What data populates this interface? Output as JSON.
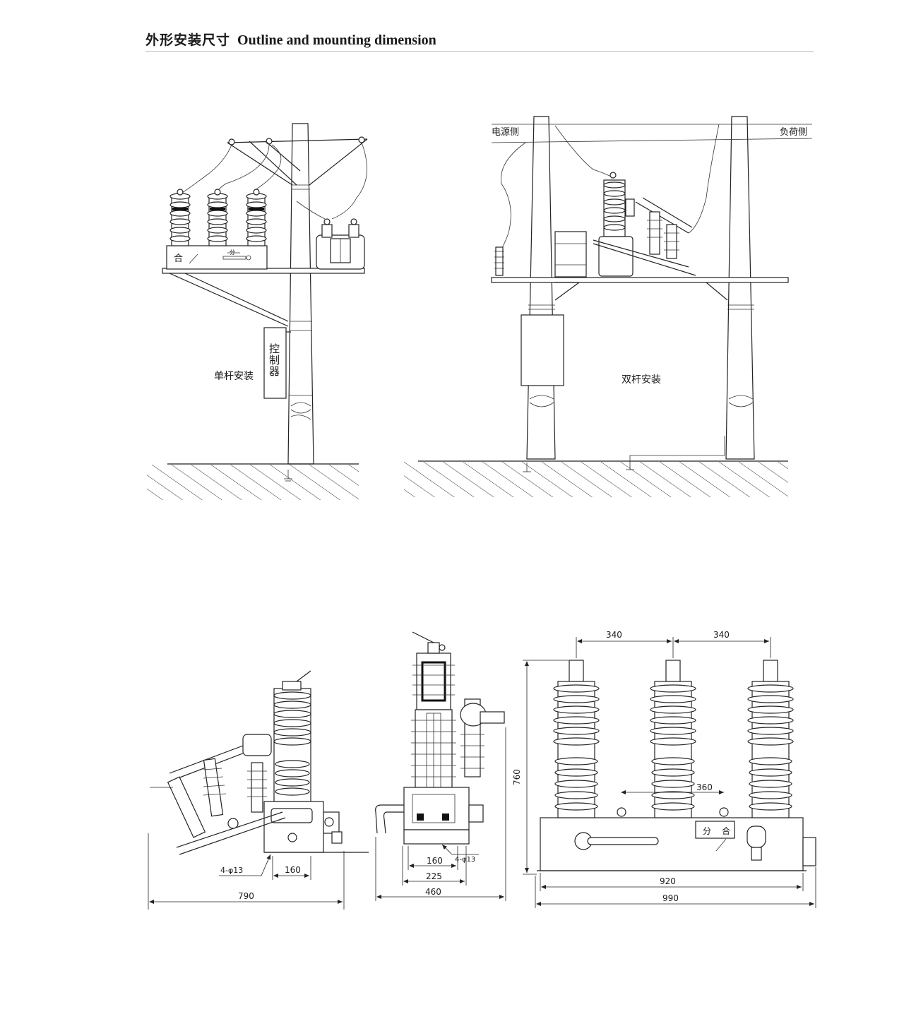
{
  "header": {
    "title_cn": "外形安装尺寸",
    "title_en": "Outline and mounting dimension"
  },
  "single_pole": {
    "caption": "单杆安装",
    "controller_label": [
      "控",
      "制",
      "器"
    ],
    "close_label": "合",
    "open_label": "分"
  },
  "double_pole": {
    "caption": "双杆安装",
    "source_side": "电源侧",
    "load_side": "负荷侧"
  },
  "side_view": {
    "dim_160": "160",
    "dim_790": "790",
    "hole_label": "4-φ13"
  },
  "section_view": {
    "dim_160": "160",
    "dim_225": "225",
    "dim_460": "460",
    "hole_label": "4-φ13"
  },
  "front_view": {
    "dim_340_left": "340",
    "dim_340_right": "340",
    "dim_360": "360",
    "dim_760": "760",
    "dim_920": "920",
    "dim_990": "990",
    "open_label": "分",
    "close_label": "合"
  }
}
